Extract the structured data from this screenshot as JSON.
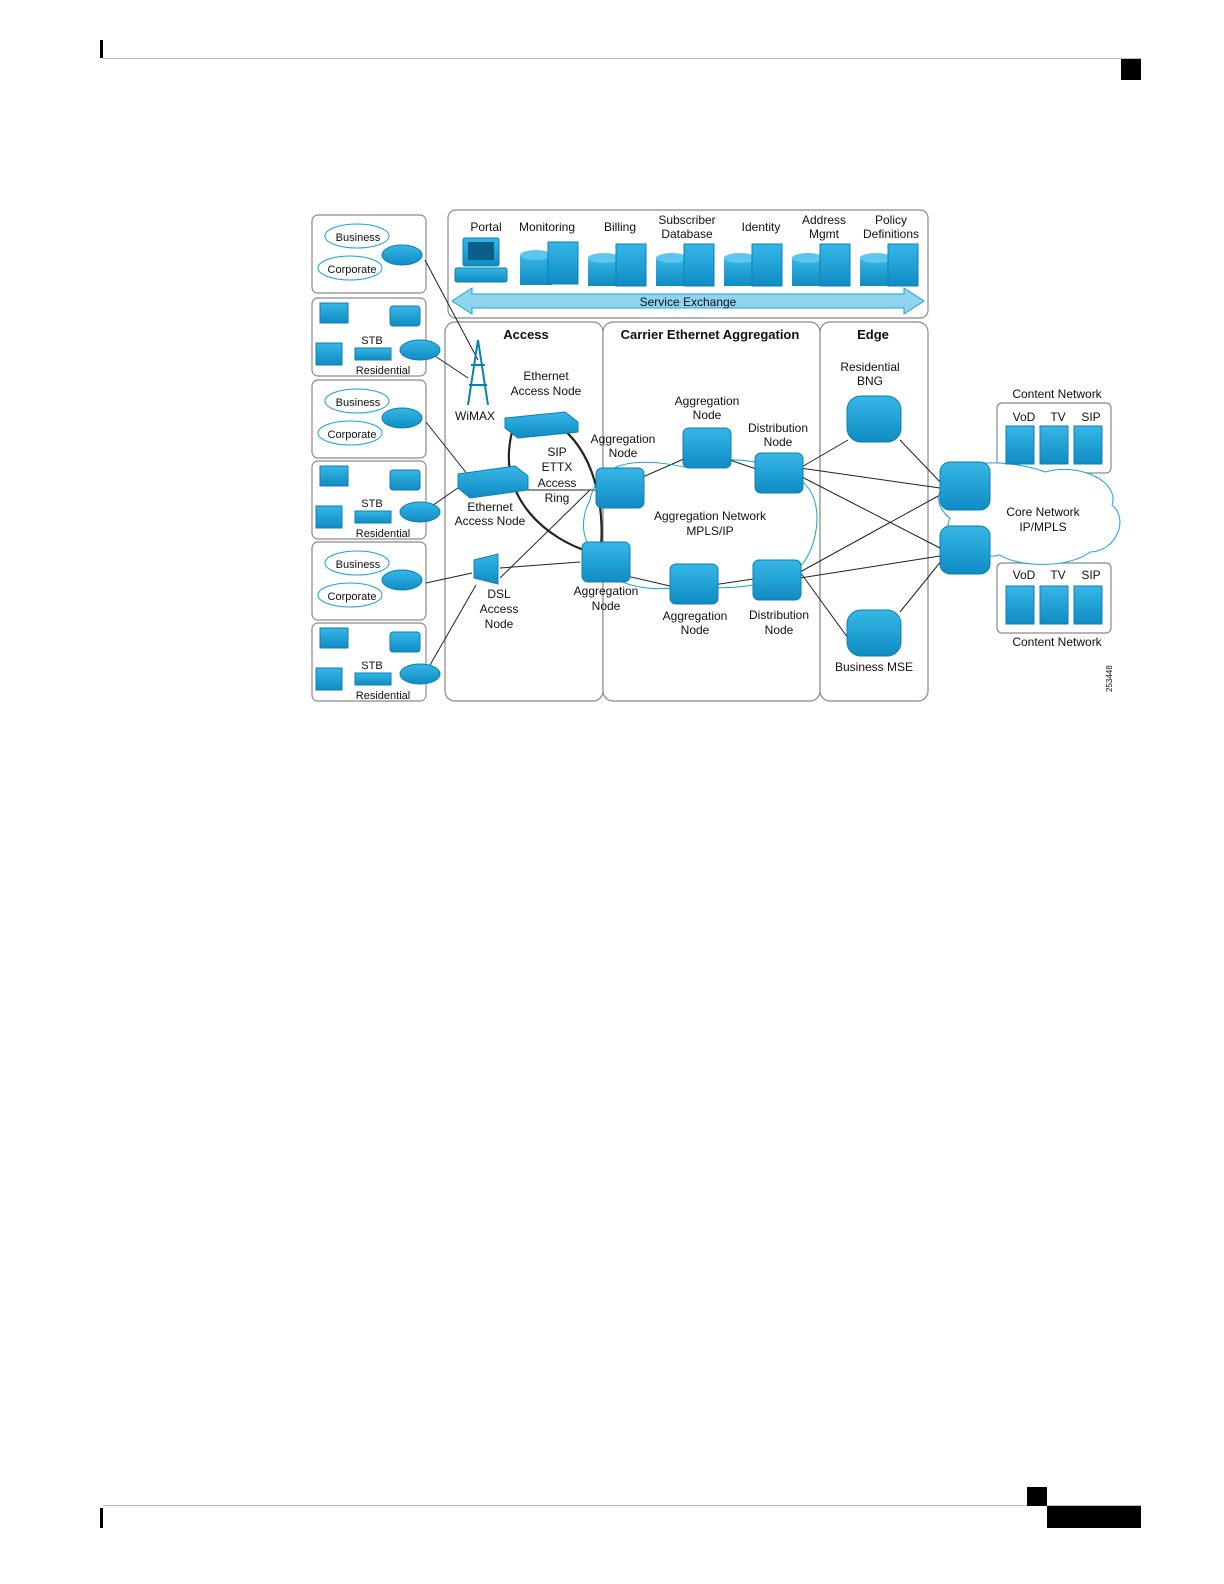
{
  "diagram": {
    "services": [
      "Portal",
      "Monitoring",
      "Billing",
      "Subscriber Database",
      "Identity",
      "Address Mgmt",
      "Policy Definitions"
    ],
    "service_exchange": "Service Exchange",
    "sections": {
      "access": "Access",
      "aggregation": "Carrier Ethernet Aggregation",
      "edge": "Edge"
    },
    "customer_labels": {
      "business": "Business",
      "corporate": "Corporate",
      "stb": "STB",
      "residential": "Residential"
    },
    "access_nodes": {
      "wimax": "WiMAX",
      "ethernet_access_top": "Ethernet Access Node",
      "ethernet_access_mid": "Ethernet Access Node",
      "sip_ring": "SIP ETTX Access Ring",
      "dsl": "DSL Access Node"
    },
    "aggregation_nodes": {
      "agg_top": "Aggregation Node",
      "agg_left_top": "Aggregation Node",
      "agg_left_bottom": "Aggregation Node",
      "agg_bottom": "Aggregation Node",
      "dist_top": "Distribution Node",
      "dist_bottom": "Distribution Node",
      "network": "Aggregation Network MPLS/IP"
    },
    "edge_nodes": {
      "bng": "Residential BNG",
      "mse": "Business MSE"
    },
    "core": {
      "label": "Core Network IP/MPLS",
      "content_top": "Content Network",
      "content_bottom": "Content Network",
      "services": [
        "VoD",
        "TV",
        "SIP"
      ]
    },
    "figure_id": "253448"
  },
  "colors": {
    "device": "#1BA2D8",
    "device_dark": "#0C7FB0",
    "panel_border": "#8a8a8a"
  }
}
